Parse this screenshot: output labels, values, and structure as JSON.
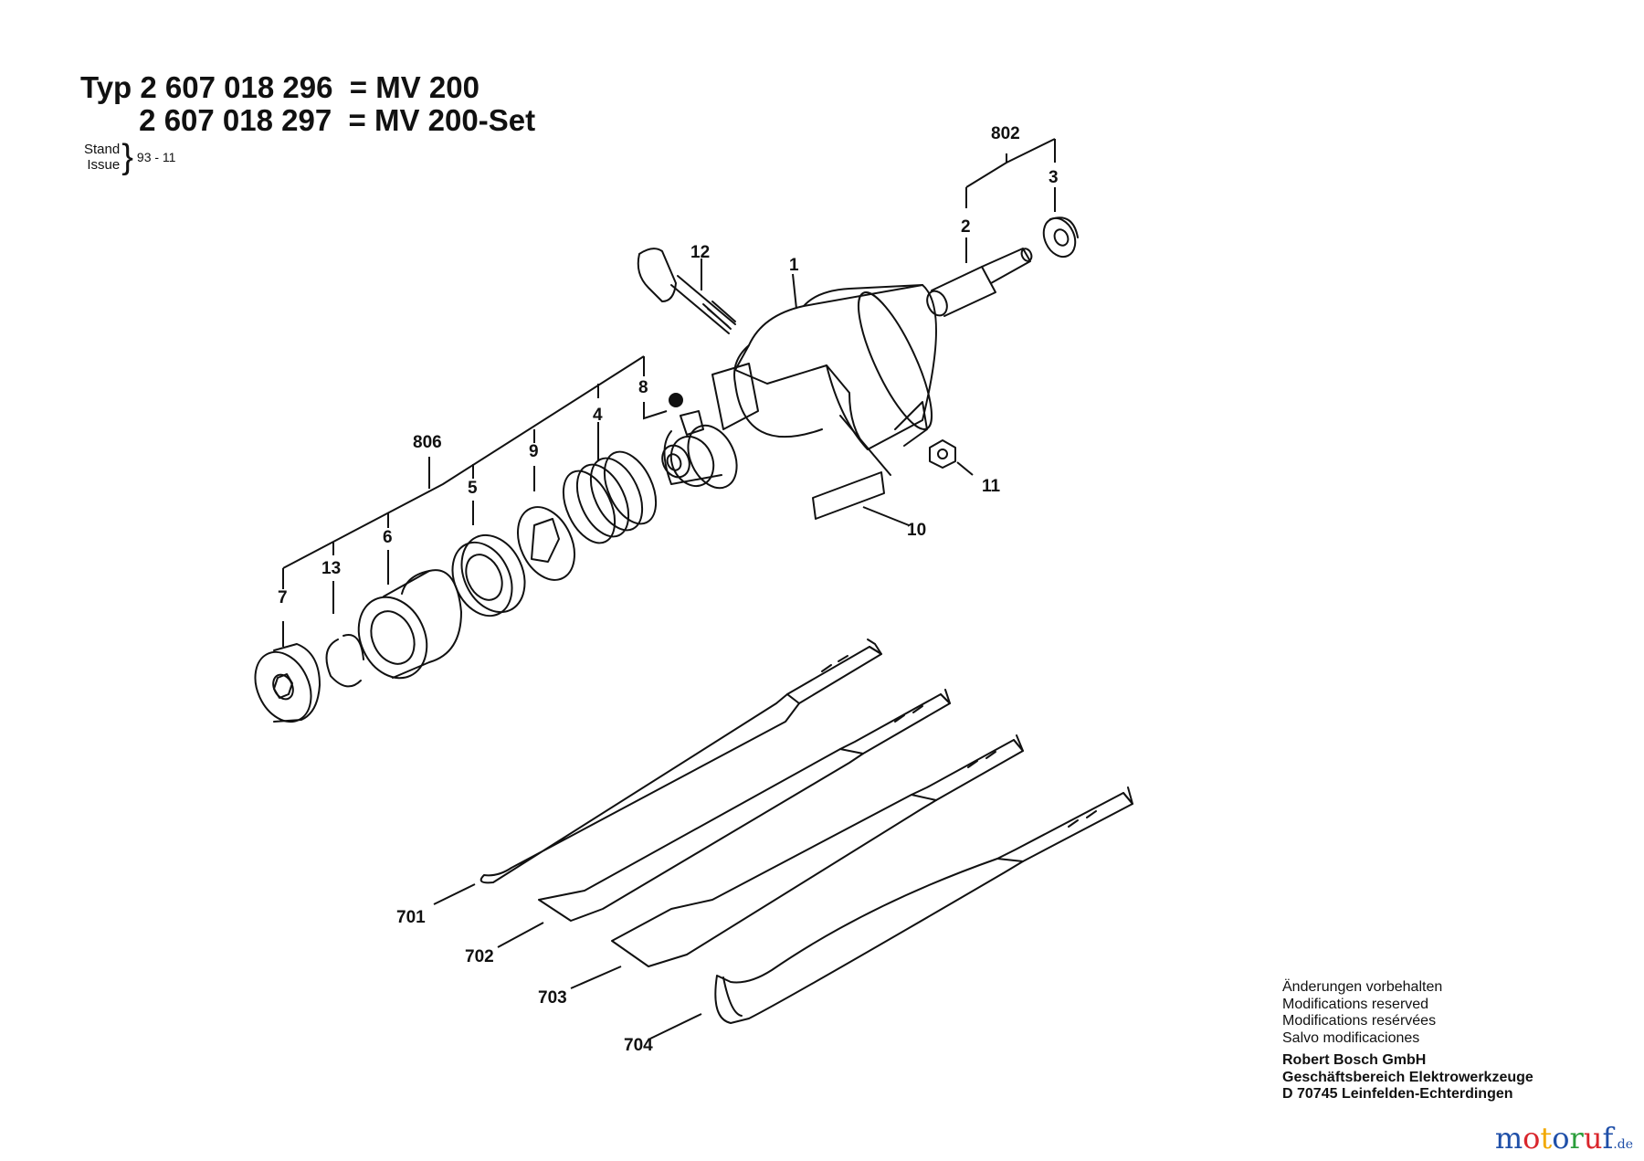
{
  "title": {
    "line1": "Typ 2 607 018 296  = MV 200",
    "line2": "       2 607 018 297  = MV 200-Set"
  },
  "issue": {
    "label_de": "Stand",
    "label_en": "Issue",
    "value": "93 - 11"
  },
  "callouts": {
    "c1": "1",
    "c2": "2",
    "c3": "3",
    "c4": "4",
    "c5": "5",
    "c6": "6",
    "c7": "7",
    "c8": "8",
    "c9": "9",
    "c10": "10",
    "c11": "11",
    "c12": "12",
    "c13": "13",
    "c701": "701",
    "c702": "702",
    "c703": "703",
    "c704": "704",
    "c802": "802",
    "c806": "806"
  },
  "footer": {
    "notice_de": "Änderungen vorbehalten",
    "notice_en": "Modifications reserved",
    "notice_fr": "Modifications resérvées",
    "notice_es": "Salvo modificaciones",
    "company": "Robert Bosch GmbH",
    "division": "Geschäftsbereich Elektrowerkzeuge",
    "address": "D 70745 Leinfelden-Echterdingen"
  },
  "watermark": {
    "letters": [
      "m",
      "o",
      "t",
      "o",
      "r",
      "u",
      "f"
    ],
    "tld": ".de",
    "colors": [
      "#1f4fa8",
      "#d9262c",
      "#f2a900",
      "#1f4fa8",
      "#2a9d3a",
      "#d9262c",
      "#1f4fa8"
    ]
  },
  "colors": {
    "ink": "#111111",
    "paper": "#ffffff"
  }
}
